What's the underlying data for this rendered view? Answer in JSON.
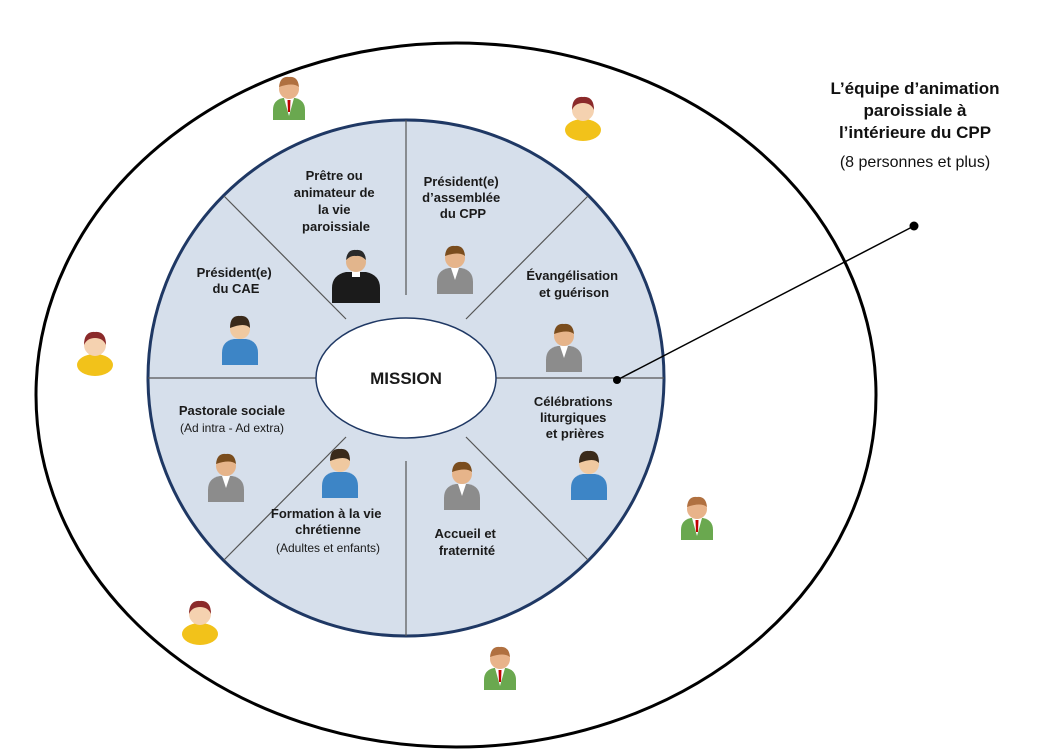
{
  "center": {
    "label": "MISSION"
  },
  "callout": {
    "title_lines": [
      "L’équipe d’animation",
      "paroissiale à",
      "l’intérieure du CPP"
    ],
    "subtitle": "(8 personnes et  plus)"
  },
  "sectors": [
    {
      "id": "pretre",
      "bold_lines": [
        "Prêtre ou",
        "animateur de",
        "la vie",
        "paroissiale"
      ],
      "normal_lines": [],
      "figure": "priest"
    },
    {
      "id": "president-cpp",
      "bold_lines": [
        "Président(e)",
        "d’assemblée",
        "du CPP"
      ],
      "normal_lines": [],
      "figure": "gray"
    },
    {
      "id": "evangelisation",
      "bold_lines": [
        "Évangélisation",
        "et guérison"
      ],
      "normal_lines": [],
      "figure": "gray"
    },
    {
      "id": "celebrations",
      "bold_lines": [
        "Célébrations",
        "liturgiques",
        "et prières"
      ],
      "normal_lines": [],
      "figure": "blue"
    },
    {
      "id": "accueil",
      "bold_lines": [
        "Accueil et",
        "fraternité"
      ],
      "normal_lines": [],
      "figure": "gray"
    },
    {
      "id": "formation",
      "bold_lines": [
        "Formation à la vie",
        "chrétienne"
      ],
      "normal_lines": [
        "(Adultes et enfants)"
      ],
      "figure": "blue"
    },
    {
      "id": "pastorale",
      "bold_lines": [
        "Pastorale sociale"
      ],
      "normal_lines": [
        "(Ad intra - Ad extra)"
      ],
      "figure": "gray"
    },
    {
      "id": "president-cae",
      "bold_lines": [
        "Président(e)",
        "du CAE"
      ],
      "normal_lines": [],
      "figure": "blue"
    }
  ],
  "outer_figures": [
    "green",
    "yellow",
    "yellow",
    "green",
    "yellow",
    "green"
  ],
  "colors": {
    "wheel_fill": "#d6dfeb",
    "wheel_stroke": "#1f3864",
    "divider": "#555555",
    "outer_ring": "#000000"
  }
}
